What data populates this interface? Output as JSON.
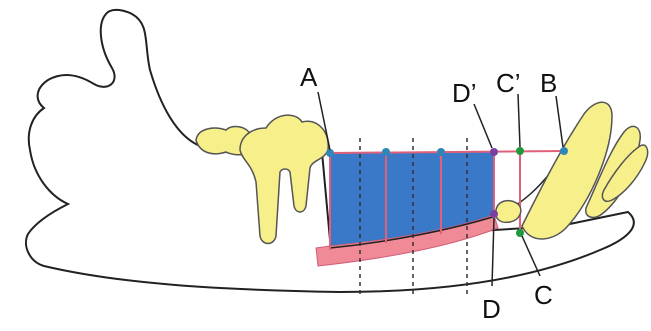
{
  "labels": {
    "a": "A",
    "b": "B",
    "c": "C",
    "c_prime": "C’",
    "d": "D",
    "d_prime": "D’"
  },
  "colors": {
    "bone_outline": "#222222",
    "tooth_fill": "#f7ef8a",
    "tooth_stroke": "#555555",
    "region_fill": "#3a78c8",
    "guide_line": "#e0607a",
    "canal_fill": "#f08a96",
    "dashed_line": "#333333",
    "point_blue": "#2f86b8",
    "point_purple": "#7b3fa0",
    "point_green": "#1f9a3a"
  }
}
